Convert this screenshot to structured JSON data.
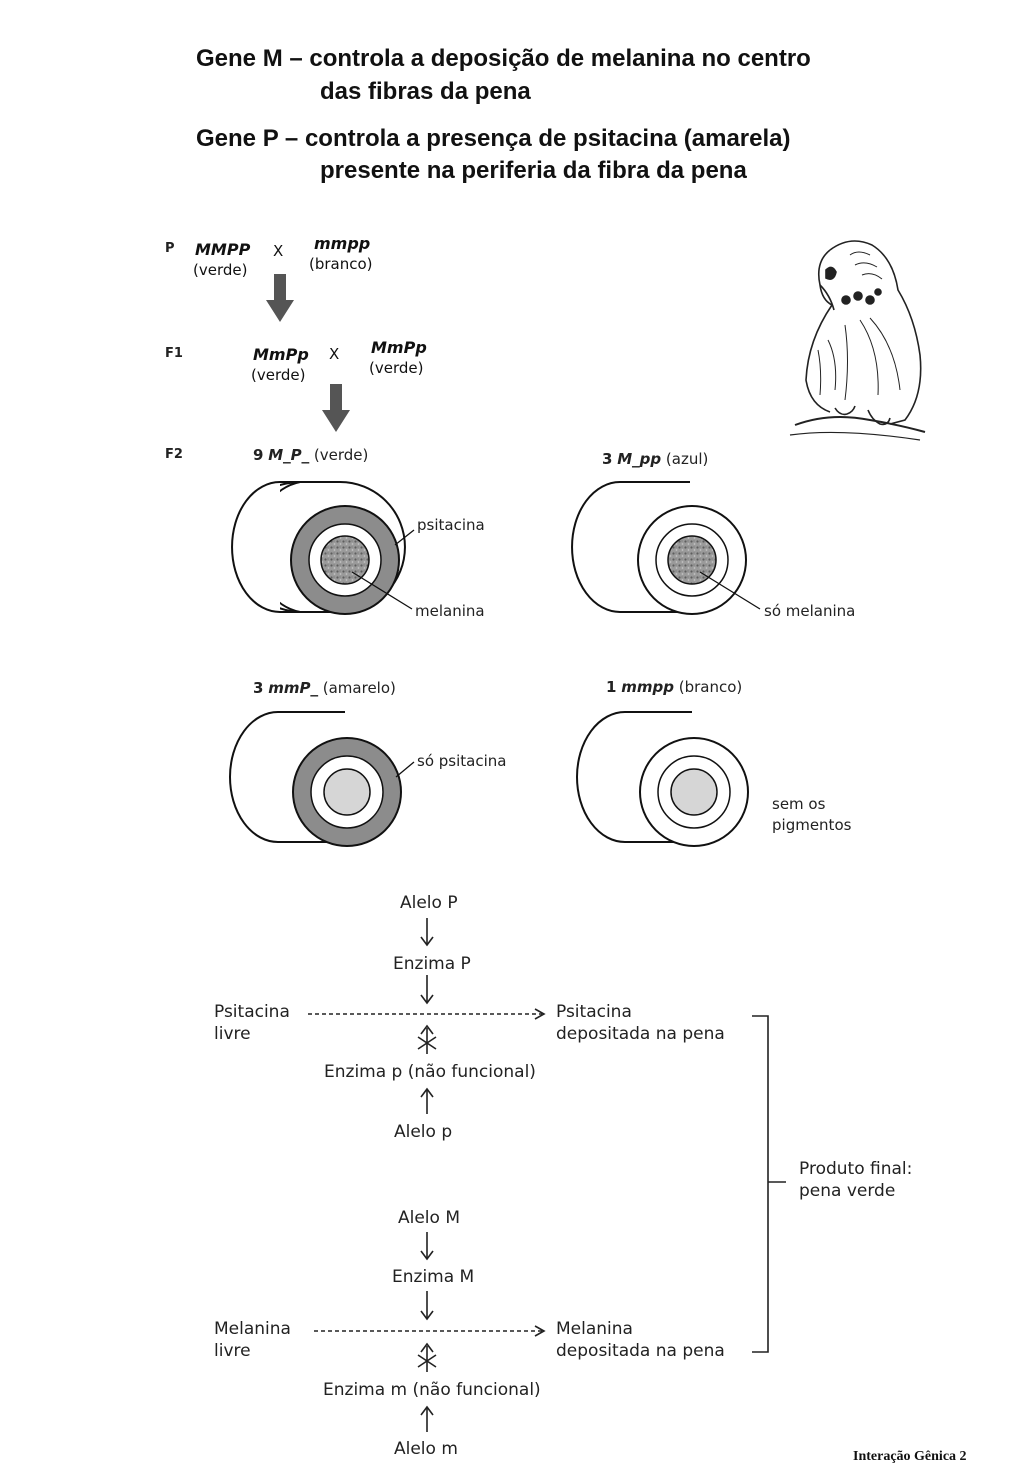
{
  "header": {
    "gene_m_line1": "Gene M – controla a deposição de melanina no centro",
    "gene_m_line2": "das fibras da pena",
    "gene_p_line1": "Gene P – controla a presença de psitacina (amarela)",
    "gene_p_line2": "presente na periferia da fibra da pena"
  },
  "cross": {
    "gen_p": "P",
    "gen_f1": "F1",
    "gen_f2": "F2",
    "cross_symbol": "X",
    "p_parent1_genotype": "MMPP",
    "p_parent1_phenotype": "(verde)",
    "p_parent2_genotype": "mmpp",
    "p_parent2_phenotype": "(branco)",
    "f1_parent1_genotype": "MmPp",
    "f1_parent1_phenotype": "(verde)",
    "f1_parent2_genotype": "MmPp",
    "f1_parent2_phenotype": "(verde)"
  },
  "f2": {
    "green": {
      "count": "9",
      "genotype": "M_P_",
      "phenotype": "(verde)",
      "label_outer": "psitacina",
      "label_inner": "melanina"
    },
    "blue": {
      "count": "3",
      "genotype": "M_pp",
      "phenotype": "(azul)",
      "label_inner": "só melanina"
    },
    "yellow": {
      "count": "3",
      "genotype": "mmP_",
      "phenotype": "(amarelo)",
      "label_outer": "só psitacina"
    },
    "white": {
      "count": "1",
      "genotype": "mmpp",
      "phenotype": "(branco)",
      "label_line1": "sem os",
      "label_line2": "pigmentos"
    }
  },
  "pathway": {
    "allele_P": "Alelo P",
    "enzyme_P": "Enzima P",
    "psitacina_free_1": "Psitacina",
    "psitacina_free_2": "livre",
    "psitacina_dep_1": "Psitacina",
    "psitacina_dep_2": "depositada na pena",
    "enzyme_p": "Enzima p (não funcional)",
    "allele_p": "Alelo p",
    "final_1": "Produto final:",
    "final_2": "pena verde",
    "allele_M": "Alelo M",
    "enzyme_M": "Enzima M",
    "melanina_free_1": "Melanina",
    "melanina_free_2": "livre",
    "melanina_dep_1": "Melanina",
    "melanina_dep_2": "depositada na pena",
    "enzyme_m": "Enzima m (não funcional)",
    "allele_m": "Alelo m"
  },
  "footer": {
    "text": "Interação Gênica 2"
  },
  "colors": {
    "psitacina_ring": "#8c8c8c",
    "melanina_core": "#8a8a8a",
    "empty_core": "#d6d6d6",
    "arrow": "#555555"
  },
  "icons": [
    "budgerigar-illustration",
    "down-arrow-icon",
    "blocked-arrow-icon"
  ]
}
